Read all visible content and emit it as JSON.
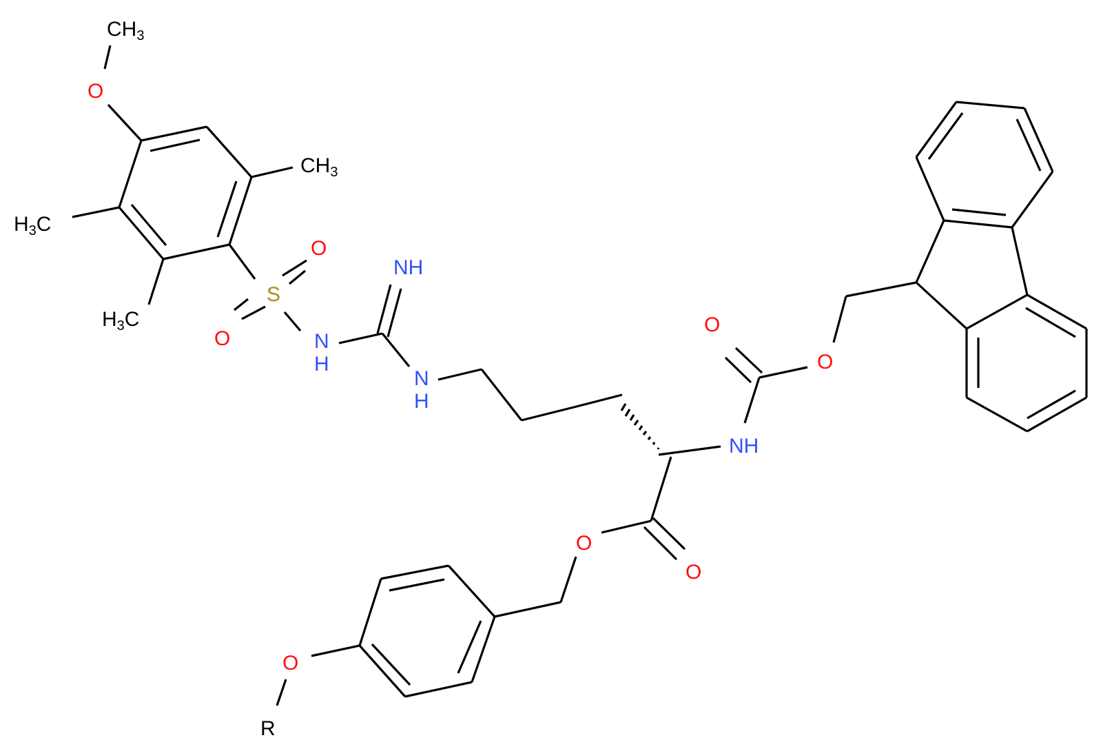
{
  "diagram": {
    "type": "chemical-structure",
    "description": "Fmoc-Arg(Mtr)-O-Wang resin linker (R = resin)",
    "colors": {
      "oxygen": "#ff0d0d",
      "nitrogen": "#3050f8",
      "sulfur": "#b08a1c",
      "carbon": "#000000"
    },
    "labels": {
      "methoxy_ch3": {
        "main": "CH",
        "sub": "3"
      },
      "methoxy_o": "O",
      "ring_ch3_right": {
        "main": "CH",
        "sub": "3"
      },
      "ring_h3c_left": {
        "pre": "H",
        "sub": "3",
        "main": "C"
      },
      "ring_h3c_bottom": {
        "pre": "H",
        "sub": "3",
        "main": "C"
      },
      "sulfonyl_s": "S",
      "sulfonyl_o_top": "O",
      "sulfonyl_o_bottom": "O",
      "sulfonamide_nh": {
        "n": "N",
        "h": "H"
      },
      "imine_nh": "NH",
      "guanidine_nh": {
        "n": "N",
        "h": "H"
      },
      "carbamate_nh": "NH",
      "carbamate_o_carbonyl": "O",
      "carbamate_o_ester": "O",
      "ester_o": "O",
      "ester_o_carbonyl": "O",
      "ether_o": "O",
      "resin_r": "R"
    }
  }
}
